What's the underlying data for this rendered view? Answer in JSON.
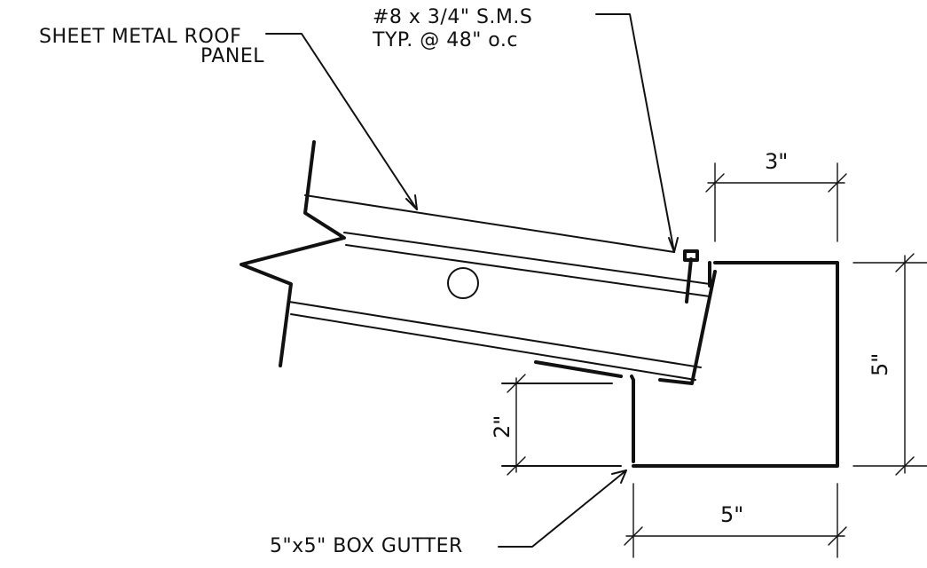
{
  "labels": {
    "roof_panel_line1": "SHEET METAL ROOF",
    "roof_panel_line2": "PANEL",
    "screw_line1": "#8 x 3/4\" S.M.S",
    "screw_line2": "TYP. @ 48\" o.c",
    "gutter": "5\"x5\" BOX GUTTER"
  },
  "dimensions": {
    "top_width": "3\"",
    "right_height": "5\"",
    "left_height": "2\"",
    "bottom_width": "5\""
  }
}
